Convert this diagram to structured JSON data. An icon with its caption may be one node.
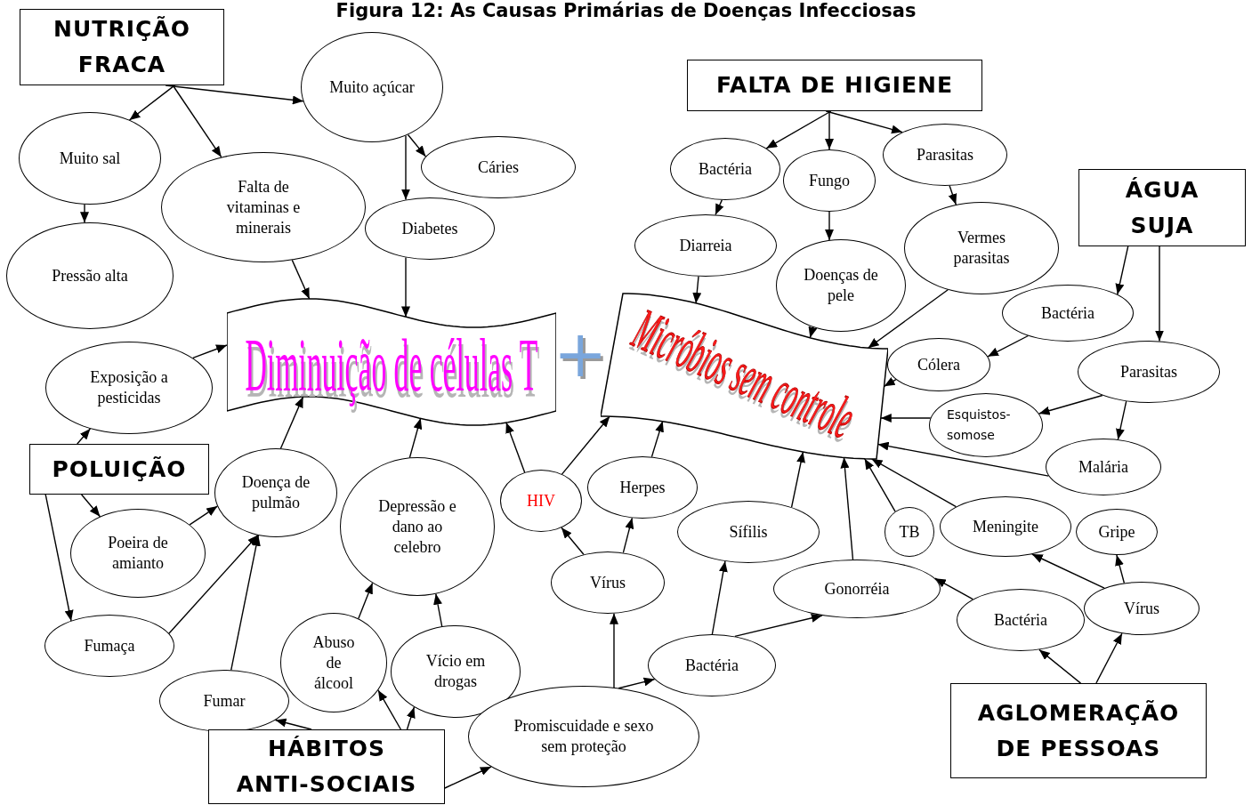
{
  "diagram": {
    "title": "Figura 12: As Causas Primárias de Doenças Infecciosas",
    "nodes": [
      {
        "text": [
          "NUTRIÇÃO FRACA"
        ]
      },
      {
        "text": [
          "Muito açúcar"
        ]
      },
      {
        "text": [
          "Muito sal"
        ]
      },
      {
        "text": [
          "Falta de vitaminas e minerais"
        ]
      },
      {
        "text": [
          "Cáries"
        ]
      },
      {
        "text": [
          "Diabetes"
        ]
      },
      {
        "text": [
          "Pressão alta"
        ]
      },
      {
        "text": [
          "Diminuição de células T"
        ]
      },
      {
        "text": [
          "Exposição a pesticidas"
        ]
      },
      {
        "text": [
          "POLUIÇÃO"
        ]
      },
      {
        "text": [
          "Doença de pulmão"
        ]
      },
      {
        "text": [
          "Poeira de amianto"
        ]
      },
      {
        "text": [
          "Fumaça"
        ]
      },
      {
        "text": [
          "Depressão e dano ao celebro"
        ]
      },
      {
        "text": [
          "Abuso de álcool"
        ]
      },
      {
        "text": [
          "Vício em drogas"
        ]
      },
      {
        "text": [
          "Fumar"
        ]
      },
      {
        "text": [
          "HÁBITOS ANTI-SOCIAIS"
        ]
      },
      {
        "text": [
          "Micróbios sem controle"
        ]
      },
      {
        "text": [
          "FALTA DE HIGIENE"
        ]
      },
      {
        "text": [
          "Bactéria"
        ]
      },
      {
        "text": [
          "Fungo"
        ]
      },
      {
        "text": [
          "Parasitas"
        ]
      },
      {
        "text": [
          "Diarreia"
        ]
      },
      {
        "text": [
          "Doenças de pele"
        ]
      },
      {
        "text": [
          "Vermes parasitas"
        ]
      },
      {
        "text": [
          "ÁGUA SUJA"
        ]
      },
      {
        "text": [
          "Bactéria"
        ]
      },
      {
        "text": [
          "Cólera"
        ]
      },
      {
        "text": [
          "Parasitas"
        ]
      },
      {
        "text": [
          "Esquistos- somose"
        ]
      },
      {
        "text": [
          "Malária"
        ]
      },
      {
        "text": [
          "HIV"
        ]
      },
      {
        "text": [
          "Herpes"
        ]
      },
      {
        "text": [
          "Meningite"
        ]
      },
      {
        "text": [
          "TB"
        ]
      },
      {
        "text": [
          "Gripe"
        ]
      },
      {
        "text": [
          "Sífilis"
        ]
      },
      {
        "text": [
          "Vírus"
        ]
      },
      {
        "text": [
          "Gonorréia"
        ]
      },
      {
        "text": [
          "Bactéria"
        ]
      },
      {
        "text": [
          "Vírus"
        ]
      },
      {
        "text": [
          "Bactéria"
        ]
      },
      {
        "text": [
          "Promiscuidade e sexo sem proteção"
        ]
      },
      {
        "text": [
          "AGLOMERAÇÃO DE PESSOAS"
        ]
      }
    ],
    "edges": [
      {
        "from": 0,
        "to": 2,
        "arrow": "to"
      },
      {
        "from": 0,
        "to": 3,
        "arrow": "to"
      },
      {
        "from": 0,
        "to": 1,
        "arrow": "to"
      },
      {
        "from": 1,
        "to": 4,
        "arrow": "to"
      },
      {
        "from": 1,
        "to": 5,
        "arrow": "to"
      },
      {
        "from": 2,
        "to": 6,
        "arrow": "to"
      },
      {
        "from": 3,
        "to": 7,
        "arrow": "to"
      },
      {
        "from": 5,
        "to": 7,
        "arrow": "to"
      },
      {
        "from": 8,
        "to": 7,
        "arrow": "to"
      },
      {
        "from": 9,
        "to": 8,
        "arrow": "to"
      },
      {
        "from": 10,
        "to": 7,
        "arrow": "to"
      },
      {
        "from": 13,
        "to": 7,
        "arrow": "to"
      },
      {
        "from": 32,
        "to": 7,
        "arrow": "to"
      },
      {
        "from": 9,
        "to": 11,
        "arrow": "to"
      },
      {
        "from": 9,
        "to": 12,
        "arrow": "to"
      },
      {
        "from": 11,
        "to": 10,
        "arrow": "to"
      },
      {
        "from": 12,
        "to": 10,
        "arrow": "to"
      },
      {
        "from": 16,
        "to": 10,
        "arrow": "to"
      },
      {
        "from": 17,
        "to": 16,
        "arrow": "to"
      },
      {
        "from": 17,
        "to": 14,
        "arrow": "to"
      },
      {
        "from": 17,
        "to": 15,
        "arrow": "to"
      },
      {
        "from": 17,
        "to": 43,
        "arrow": "to"
      },
      {
        "from": 14,
        "to": 13,
        "arrow": "to"
      },
      {
        "from": 15,
        "to": 13,
        "arrow": "to"
      },
      {
        "from": 43,
        "to": 38,
        "arrow": "to"
      },
      {
        "from": 43,
        "to": 42,
        "arrow": "to"
      },
      {
        "from": 38,
        "to": 32,
        "arrow": "to"
      },
      {
        "from": 38,
        "to": 33,
        "arrow": "to"
      },
      {
        "from": 32,
        "to": 18,
        "arrow": "to"
      },
      {
        "from": 33,
        "to": 18,
        "arrow": "to"
      },
      {
        "from": 42,
        "to": 37,
        "arrow": "to"
      },
      {
        "from": 42,
        "to": 39,
        "arrow": "to"
      },
      {
        "from": 37,
        "to": 18,
        "arrow": "to"
      },
      {
        "from": 39,
        "to": 18,
        "arrow": "to"
      },
      {
        "from": 35,
        "to": 18,
        "arrow": "to"
      },
      {
        "from": 34,
        "to": 18,
        "arrow": "to"
      },
      {
        "from": 19,
        "to": 20,
        "arrow": "to"
      },
      {
        "from": 19,
        "to": 21,
        "arrow": "to"
      },
      {
        "from": 19,
        "to": 22,
        "arrow": "to"
      },
      {
        "from": 20,
        "to": 23,
        "arrow": "to"
      },
      {
        "from": 21,
        "to": 24,
        "arrow": "to"
      },
      {
        "from": 22,
        "to": 25,
        "arrow": "to"
      },
      {
        "from": 23,
        "to": 18,
        "arrow": "to"
      },
      {
        "from": 24,
        "to": 18,
        "arrow": "to"
      },
      {
        "from": 25,
        "to": 18,
        "arrow": "to"
      },
      {
        "from": 26,
        "to": 27,
        "arrow": "to"
      },
      {
        "from": 26,
        "to": 29,
        "arrow": "to"
      },
      {
        "from": 27,
        "to": 28,
        "arrow": "to"
      },
      {
        "from": 28,
        "to": 18,
        "arrow": "to"
      },
      {
        "from": 29,
        "to": 30,
        "arrow": "to"
      },
      {
        "from": 30,
        "to": 18,
        "arrow": "to"
      },
      {
        "from": 29,
        "to": 31,
        "arrow": "to"
      },
      {
        "from": 31,
        "to": 18,
        "arrow": "to"
      },
      {
        "from": 40,
        "to": 39,
        "arrow": "to"
      },
      {
        "from": 41,
        "to": 34,
        "arrow": "to"
      },
      {
        "from": 41,
        "to": 36,
        "arrow": "to"
      },
      {
        "from": 44,
        "to": 40,
        "arrow": "to"
      },
      {
        "from": 44,
        "to": 41,
        "arrow": "to"
      }
    ],
    "labels": [
      "+"
    ]
  }
}
